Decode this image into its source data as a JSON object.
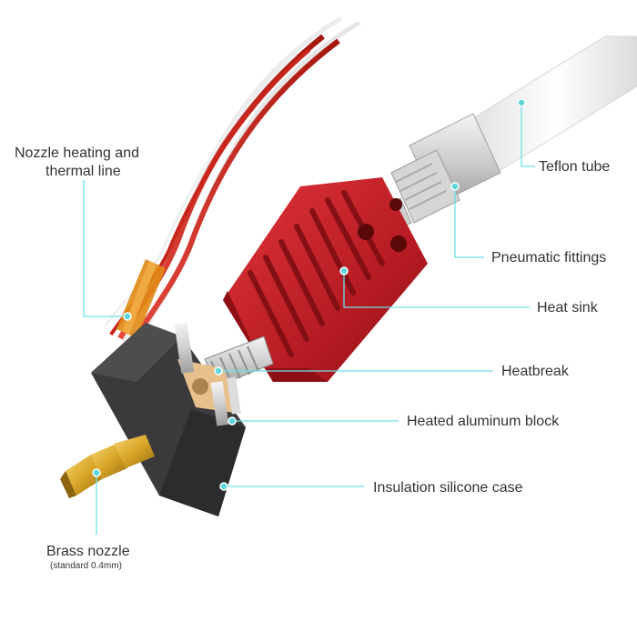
{
  "colors": {
    "leader_line": "#6fe0e4",
    "dot": "#5fd6da",
    "heatsink": "#c8202a",
    "silicone": "#3a3a3c",
    "brass": "#d9a628",
    "teflon": "#f2f2f2",
    "wire_red": "#c9251c",
    "kapton": "#e08a14"
  },
  "labels": {
    "nozzle_line_1": "Nozzle heating and",
    "nozzle_line_2": "thermal line",
    "teflon_tube": "Teflon tube",
    "pneumatic_fittings": "Pneumatic fittings",
    "heat_sink": "Heat sink",
    "heatbreak": "Heatbreak",
    "heated_block": "Heated aluminum block",
    "silicone_case": "Insulation silicone case",
    "brass_nozzle": "Brass nozzle",
    "brass_nozzle_note": "(standard 0.4mm)"
  }
}
